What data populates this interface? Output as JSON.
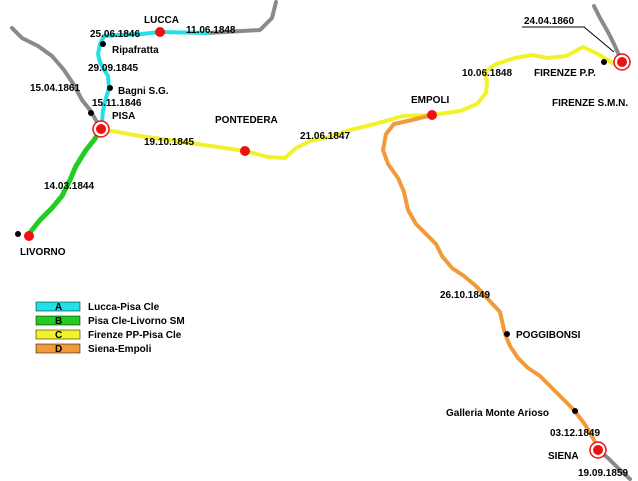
{
  "colors": {
    "lucca_pisa": "#22e0e6",
    "pisa_livorno": "#22cc22",
    "firenze_pisa": "#f2f22a",
    "siena_empoli": "#f09a3a",
    "other_lines": "#8a8a8a",
    "station_major": "#ee1111",
    "station_minor": "#000000"
  },
  "stations": {
    "lucca": "LUCCA",
    "ripafratta": "Ripafratta",
    "bagni": "Bagni S.G.",
    "pisa": "PISA",
    "livorno": "LIVORNO",
    "pontedera": "PONTEDERA",
    "empoli": "EMPOLI",
    "firenze_pp": "FIRENZE P.P.",
    "firenze_smn": "FIRENZE S.M.N.",
    "poggibonsi": "POGGIBONSI",
    "galleria": "Galleria Monte Arioso",
    "siena": "SIENA"
  },
  "dates": {
    "lucca_ripafratta": "25.06.1846",
    "lucca_east": "11.06.1848",
    "ripafratta_bagni": "29.09.1845",
    "pisa_north": "15.04.1861",
    "bagni_pisa": "15.11.1846",
    "pisa_pontedera": "19.10.1845",
    "pontedera_empoli": "21.06.1847",
    "empoli_firenze": "10.06.1848",
    "firenze_smn_link": "24.04.1860",
    "pisa_livorno": "14.03.1844",
    "empoli_poggibonsi": "26.10.1849",
    "poggibonsi_siena": "03.12.1849",
    "siena_south": "19.09.1859"
  },
  "legend": [
    {
      "code": "A",
      "label": "Lucca-Pisa Cle",
      "color": "#22e0e6"
    },
    {
      "code": "B",
      "label": "Pisa Cle-Livorno SM",
      "color": "#22cc22"
    },
    {
      "code": "C",
      "label": "Firenze PP-Pisa Cle",
      "color": "#f2f22a"
    },
    {
      "code": "D",
      "label": "Siena-Empoli",
      "color": "#f09a3a"
    }
  ]
}
